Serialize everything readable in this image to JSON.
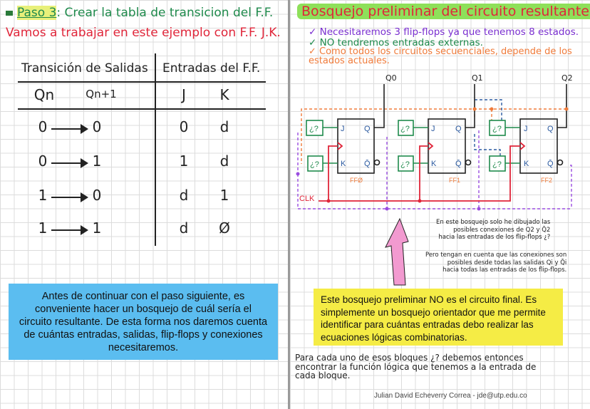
{
  "left": {
    "step_label": "Paso 3",
    "step_title": ": Crear la tabla de transicion del F.F.",
    "subtitle": "Vamos a trabajar en este ejemplo con F.F. J.K.",
    "table": {
      "group_headers": [
        "Transición de Salidas",
        "Entradas del F.F."
      ],
      "columns": [
        "Qn",
        "Qn+1",
        "J",
        "K"
      ],
      "rows": [
        {
          "qn": "0",
          "qn1": "0",
          "j": "0",
          "k": "d"
        },
        {
          "qn": "0",
          "qn1": "1",
          "j": "1",
          "k": "d"
        },
        {
          "qn": "1",
          "qn1": "0",
          "j": "d",
          "k": "1"
        },
        {
          "qn": "1",
          "qn1": "1",
          "j": "d",
          "k": "Ø"
        }
      ]
    },
    "note": "Antes de continuar con el paso siguiente, es conveniente hacer un bosquejo de cuál sería el circuito resultante. De esta forma nos daremos cuenta de cuántas entradas, salidas, flip-flops y conexiones necesitaremos.",
    "note_color": "#5bbdf0"
  },
  "right": {
    "title": "Bosquejo preliminar del circuito resultante.",
    "bullets": [
      {
        "text": "Necesitaremos 3 flip-flops ya que tenemos 8 estados.",
        "color": "#7a2fd0"
      },
      {
        "text": "NO tendremos entradas externas.",
        "color": "#1f8a4c"
      },
      {
        "text": "Como todos los circuitos secuenciales, depende de los estados actuales.",
        "color": "#f07b3a"
      }
    ],
    "circuit": {
      "outputs": [
        "Q0",
        "Q1",
        "Q2"
      ],
      "flipflops": [
        "FFØ",
        "FF1",
        "FF2"
      ],
      "pin_j": "J",
      "pin_k": "K",
      "pin_q": "Q",
      "pin_qbar": "Q̄",
      "block_label": "¿?",
      "clock_label": "CLK"
    },
    "annotation_1": [
      "En este bosquejo solo he dibujado las",
      "posibles conexiones de Q2 y Q̄2",
      "hacia las entradas de los flip-flops ¿?"
    ],
    "annotation_2": [
      "Pero tengan en cuenta que las conexiones son",
      "posibles desde todas las salidas Qi y Q̄i",
      "hacia todas las entradas de los flip-flops."
    ],
    "note": "Este bosquejo preliminar NO es el circuito final. Es simplemente un bosquejo orientador que me permite identificar para cuántas entradas debo realizar las ecuaciones lógicas combinatorias.",
    "note_color": "#f5ec45",
    "closing": [
      "Para cada uno de esos bloques ¿? debemos entonces",
      "encontrar la función lógica que tenemos a la entrada de",
      "cada bloque."
    ],
    "footer": "Julian David Echeverry Correa  -  jde@utp.edu.co"
  }
}
